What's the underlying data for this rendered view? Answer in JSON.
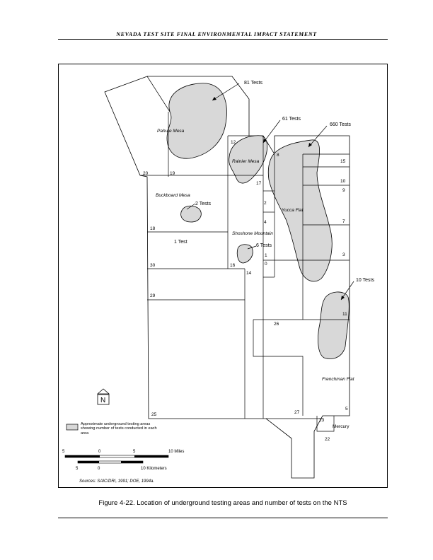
{
  "header": {
    "title": "NEVADA TEST SITE FINAL ENVIRONMENTAL IMPACT STATEMENT"
  },
  "caption": "Figure 4-22.  Location of underground testing areas and number of tests on the NTS",
  "map": {
    "areas": [
      "12",
      "15",
      "10",
      "9",
      "7",
      "3",
      "20",
      "19",
      "17",
      "2",
      "1",
      "4",
      "18",
      "30",
      "16",
      "0",
      "14",
      "29",
      "11",
      "26",
      "25",
      "27",
      "5",
      "23",
      "22",
      "8"
    ],
    "places": [
      "Pahute Mesa",
      "Rainier Mesa",
      "Yucca Flat",
      "Buckboard Mesa",
      "Shoshone Mountain",
      "Frenchman Flat",
      "Mercury"
    ],
    "test_counts": {
      "pahute": "81 Tests",
      "rainier": "61 Tests",
      "yucca": "660 Tests",
      "buckboard": "2 Tests",
      "area30": "1 Test",
      "shoshone": "6 Tests",
      "frenchman": "10 Tests"
    },
    "legend_text": "Approximate underground testing areas showing number of tests conducted in each area",
    "north_symbol": "N",
    "scale": {
      "miles": [
        "5",
        "0",
        "5",
        "10 Miles"
      ],
      "km": [
        "5",
        "0",
        "10 Kilometers"
      ]
    },
    "source": "Sources: SAIC/DRI, 1991; DOE, 1994a.",
    "colors": {
      "test_area_fill": "#d8d8d8",
      "line": "#000000"
    }
  }
}
